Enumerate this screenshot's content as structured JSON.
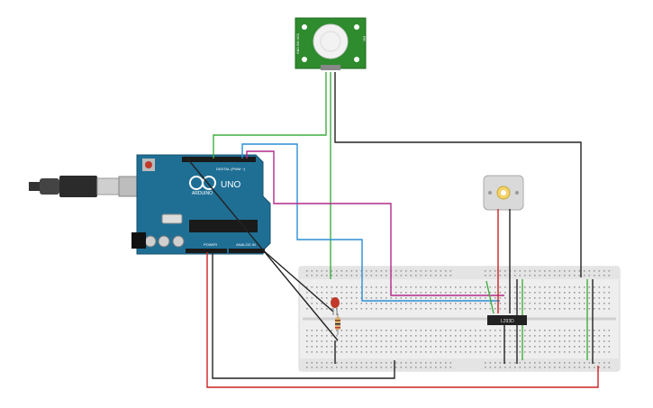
{
  "pir_sensor": {
    "left_pins_label": "GND SIG VCC",
    "right_pins_label": "PIR"
  },
  "arduino": {
    "logo_text": "ARDUINO",
    "model_text": "UNO",
    "digital_label": "DIGITAL (PWM ~)",
    "power_label": "POWER",
    "analog_label": "ANALOG IN"
  },
  "driver_chip": {
    "label": "L293D"
  },
  "colors": {
    "arduino_board": "#1f6f95",
    "pir_board": "#2e8b2e",
    "wire_green": "#3fae3f",
    "wire_blue": "#2a8fd6",
    "wire_magenta": "#b32a8a",
    "wire_red": "#cc2222",
    "wire_black": "#222222",
    "breadboard": "#ececec"
  }
}
